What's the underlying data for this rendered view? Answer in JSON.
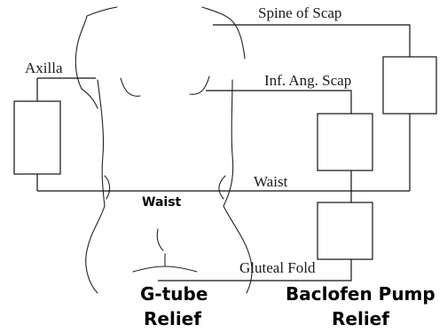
{
  "labels": {
    "spine_of_scap": "Spine of Scap",
    "axilla": "Axilla",
    "inf_ang_scap": "Inf. Ang. Scap",
    "waist_serif": "Waist",
    "waist_bold": "Waist",
    "gluteal_fold": "Gluteal Fold"
  },
  "captions": {
    "gtube_line1": "G-tube",
    "gtube_line2": "Relief",
    "baclofen_line1": "Baclofen Pump",
    "baclofen_line2": "Relief"
  }
}
